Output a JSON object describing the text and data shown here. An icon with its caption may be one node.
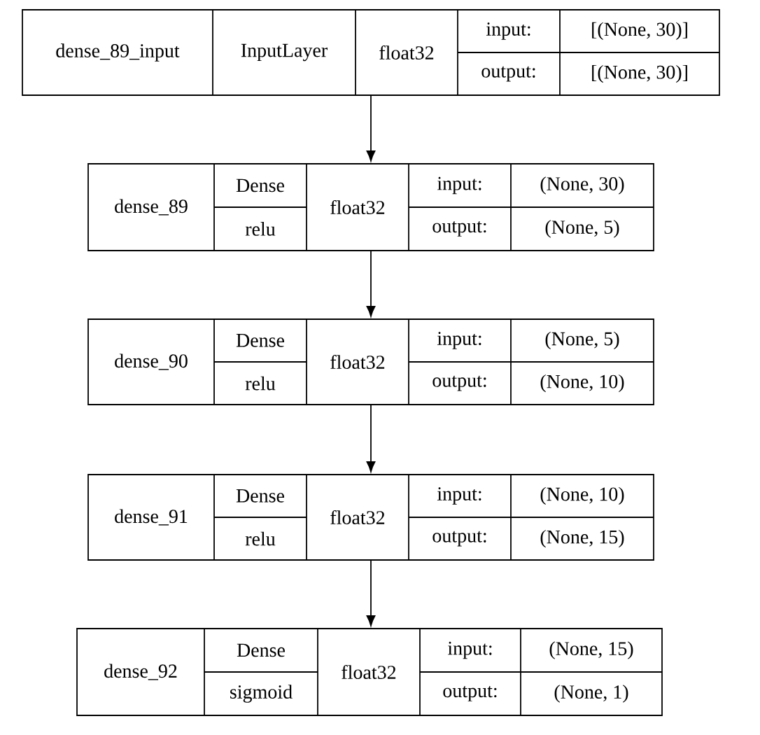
{
  "diagram": {
    "nodes": [
      {
        "text": [
          "dense_89_input",
          "InputLayer",
          "float32",
          "input:",
          "[(None, 30)]",
          "output:",
          "[(None, 30)]"
        ]
      },
      {
        "text": [
          "dense_89",
          "Dense",
          "relu",
          "float32",
          "input:",
          "(None, 30)",
          "output:",
          "(None, 5)"
        ]
      },
      {
        "text": [
          "dense_90",
          "Dense",
          "relu",
          "float32",
          "input:",
          "(None, 5)",
          "output:",
          "(None, 10)"
        ]
      },
      {
        "text": [
          "dense_91",
          "Dense",
          "relu",
          "float32",
          "input:",
          "(None, 10)",
          "output:",
          "(None, 15)"
        ]
      },
      {
        "text": [
          "dense_92",
          "Dense",
          "sigmoid",
          "float32",
          "input:",
          "(None, 15)",
          "output:",
          "(None, 1)"
        ]
      }
    ],
    "edges": [
      {
        "from": 0,
        "to": 1,
        "arrow": "to"
      },
      {
        "from": 1,
        "to": 2,
        "arrow": "to"
      },
      {
        "from": 2,
        "to": 3,
        "arrow": "to"
      },
      {
        "from": 3,
        "to": 4,
        "arrow": "to"
      }
    ]
  }
}
